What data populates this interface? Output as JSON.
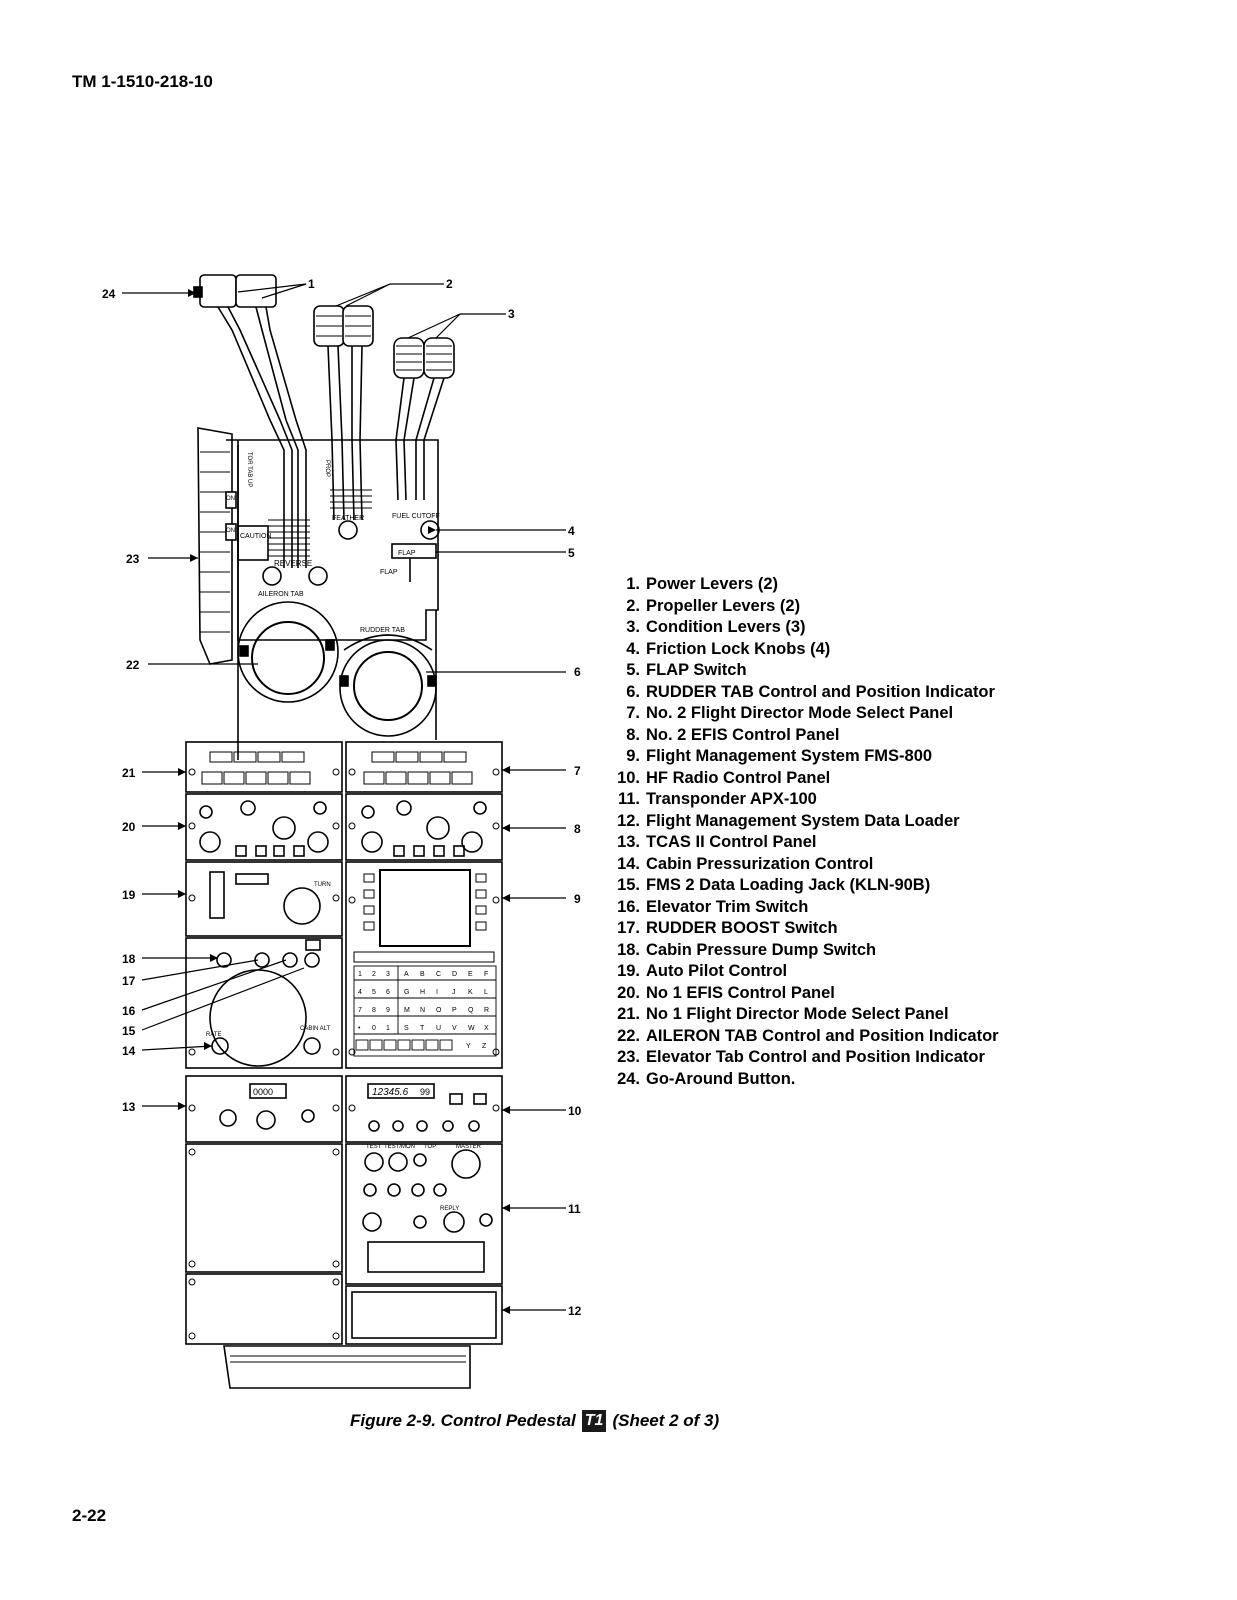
{
  "header": {
    "doc_id": "TM 1-1510-218-10"
  },
  "footer": {
    "page_number": "2-22"
  },
  "figure": {
    "caption_pre": "Figure 2-9.  Control Pedestal",
    "badge": "T1",
    "caption_post": "(Sheet 2 of 3)"
  },
  "callouts": [
    "24",
    "1",
    "2",
    "3",
    "4",
    "5",
    "23",
    "22",
    "6",
    "21",
    "7",
    "20",
    "8",
    "19",
    "9",
    "18",
    "17",
    "16",
    "15",
    "14",
    "13",
    "10",
    "11",
    "12"
  ],
  "panel_text": {
    "reverse": "REVERSE",
    "caution": "CAUTION",
    "aileron_tab": "AILERON TAB",
    "rudder_tab": "RUDDER TAB",
    "feather": "FEATHER",
    "fuel_cutoff": "FUEL CUTOFF",
    "flap": "FLAP",
    "flap_label": "FLAP",
    "prop": "PROP",
    "tab_up": "TOR TAB UP",
    "on_1": "ON",
    "on_2": "ON",
    "turn": "TURN",
    "rate": "RATE",
    "cabin_alt": "CABIN ALT",
    "test": "TEST",
    "test_mon": "TEST/MON",
    "top": "TOP",
    "master": "MASTER",
    "reply": "REPLY",
    "freq_display": "12345.6",
    "chan_display": "99",
    "tcas_display": "0000",
    "keypad_row1": [
      "1",
      "2",
      "3",
      "A",
      "B",
      "C",
      "D",
      "E",
      "F"
    ],
    "keypad_row2": [
      "4",
      "5",
      "6",
      "G",
      "H",
      "I",
      "J",
      "K",
      "L"
    ],
    "keypad_row3": [
      "7",
      "8",
      "9",
      "M",
      "N",
      "O",
      "P",
      "Q",
      "R"
    ],
    "keypad_row4": [
      "•",
      "0",
      "1",
      "S",
      "T",
      "U",
      "V",
      "W",
      "X"
    ],
    "keypad_row5": [
      "",
      "",
      "",
      "",
      "",
      "",
      "",
      "Y",
      "Z"
    ]
  },
  "legend": [
    {
      "num": "1.",
      "text": "Power Levers (2)"
    },
    {
      "num": "2.",
      "text": "Propeller Levers (2)"
    },
    {
      "num": "3.",
      "text": "Condition Levers (3)"
    },
    {
      "num": "4.",
      "text": "Friction Lock Knobs (4)"
    },
    {
      "num": "5.",
      "text": "FLAP Switch"
    },
    {
      "num": "6.",
      "text": "RUDDER TAB Control and Position Indicator"
    },
    {
      "num": "7.",
      "text": "No. 2 Flight Director Mode Select Panel"
    },
    {
      "num": "8.",
      "text": "No. 2 EFIS Control Panel"
    },
    {
      "num": "9.",
      "text": "Flight Management System  FMS-800"
    },
    {
      "num": "10.",
      "text": "HF Radio Control Panel"
    },
    {
      "num": "11.",
      "text": "Transponder APX-100"
    },
    {
      "num": "12.",
      "text": "Flight Management System Data Loader"
    },
    {
      "num": "13.",
      "text": "TCAS II Control Panel"
    },
    {
      "num": "14.",
      "text": "Cabin Pressurization Control"
    },
    {
      "num": "15.",
      "text": "FMS 2 Data Loading Jack (KLN-90B)"
    },
    {
      "num": "16.",
      "text": "Elevator Trim Switch"
    },
    {
      "num": "17.",
      "text": "RUDDER BOOST Switch"
    },
    {
      "num": "18.",
      "text": "Cabin Pressure Dump Switch"
    },
    {
      "num": "19.",
      "text": "Auto Pilot Control"
    },
    {
      "num": "20.",
      "text": "No 1 EFIS Control Panel"
    },
    {
      "num": "21.",
      "text": "No 1 Flight Director Mode Select Panel"
    },
    {
      "num": "22.",
      "text": "AILERON TAB Control and Position Indicator"
    },
    {
      "num": "23.",
      "text": "Elevator Tab Control and Position Indicator"
    },
    {
      "num": "24.",
      "text": "Go-Around Button."
    }
  ]
}
